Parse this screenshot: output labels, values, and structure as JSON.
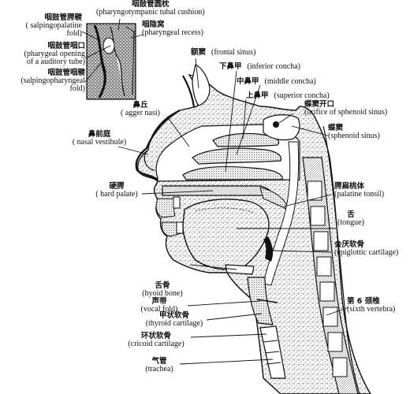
{
  "labels": {
    "pharyngotympanic_cushion": {
      "zh": "咽鼓管圆枕",
      "en": "(pharyngotympanic tubal cushion)"
    },
    "salpingopalatine_fold": {
      "zh": "咽鼓管腭襞",
      "en1": "( salpingopalatine",
      "en2": "fold)"
    },
    "pharyngeal_recess": {
      "zh": "咽隐窝",
      "en": "(pharyngeal recess)"
    },
    "auditory_tube_opening": {
      "zh": "咽鼓管咽口",
      "en1": "(pharygeal  opening",
      "en2": "of a auditory tube)"
    },
    "salpingopharyngeal_fold": {
      "zh": "咽鼓管咽襞",
      "en1": "(salpingopharyngeal",
      "en2": "fold)"
    },
    "frontal_sinus": {
      "zh": "额窦",
      "en": "(frontal sinus)"
    },
    "inferior_concha": {
      "zh": "下鼻甲",
      "en": "(inferior concha)"
    },
    "middle_concha": {
      "zh": "中鼻甲",
      "en": "(middle concha)"
    },
    "superior_concha": {
      "zh": "上鼻甲",
      "en": "(superior concha)"
    },
    "agger_nasi": {
      "zh": "鼻丘",
      "en": "( agger nasi)"
    },
    "sphenoid_orifice": {
      "zh": "蝶窦开口",
      "en": "(orifice of sphenoid sinus)"
    },
    "sphenoid_sinus": {
      "zh": "蝶窦",
      "en": "(sphenoid sinus)"
    },
    "nasal_vestibule": {
      "zh": "鼻前庭",
      "en": "( nasal vestibule)"
    },
    "hard_palate": {
      "zh": "硬腭",
      "en": "( hard palate)"
    },
    "palatine_tonsil": {
      "zh": "腭扁桃体",
      "en": "(palatine tonsil)"
    },
    "tongue": {
      "zh": "舌",
      "en": "(tongue)"
    },
    "epiglottic_cartilage": {
      "zh": "会厌软骨",
      "en": "(epiglottic cartilage)"
    },
    "hyoid_bone": {
      "zh": "舌骨",
      "en": "(hyoid bone)"
    },
    "vocal_fold": {
      "zh": "声带",
      "en": "(vocal fold)"
    },
    "sixth_vertebra": {
      "zh": "第 6 颈椎",
      "en": "(sixth vertebra)"
    },
    "thyroid_cartilage": {
      "zh": "甲状软骨",
      "en": "(thyroid  cartilage)"
    },
    "cricoid_cartilage": {
      "zh": "环状软骨",
      "en": "(cricoid cartilage)"
    },
    "trachea": {
      "zh": "气管",
      "en": "(trachea)"
    }
  }
}
